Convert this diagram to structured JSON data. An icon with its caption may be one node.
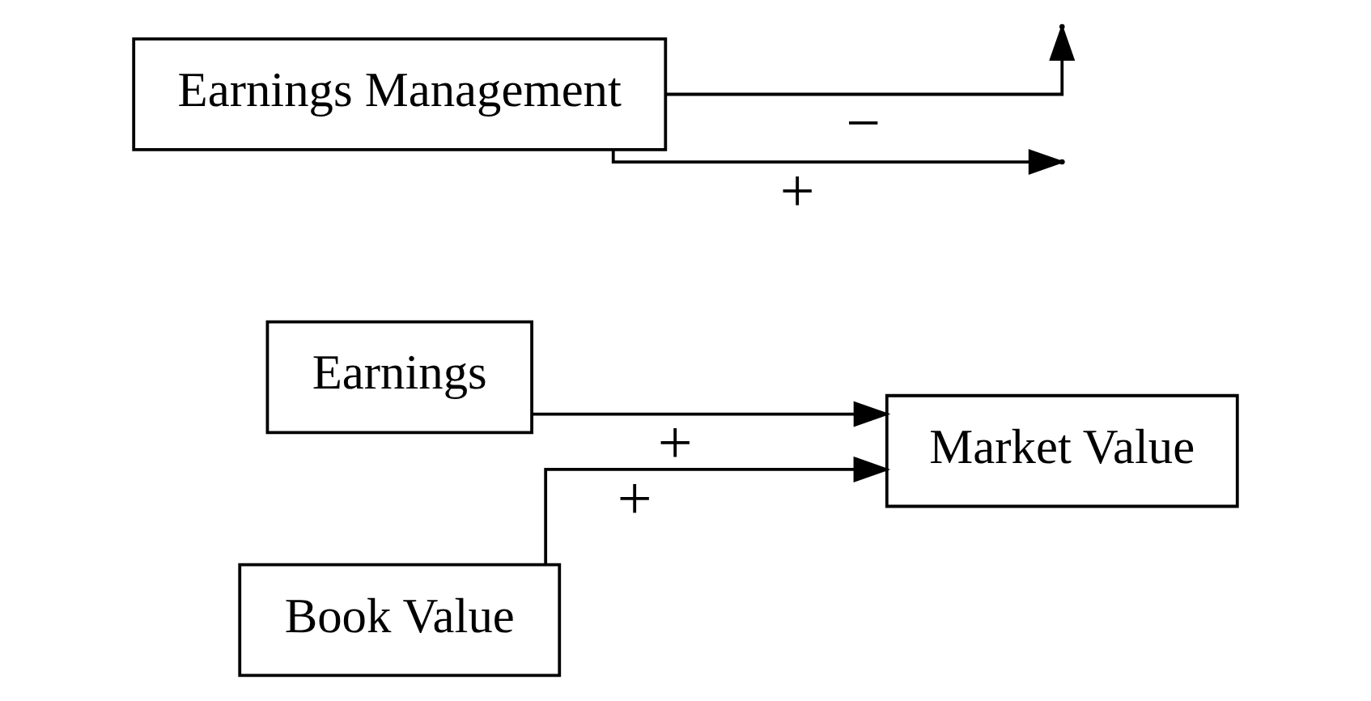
{
  "diagram": {
    "nodes": [
      {
        "text": [
          "Earnings"
        ]
      },
      {
        "text": [
          "Earnings Management"
        ]
      },
      {
        "text": [
          "Market Value"
        ]
      },
      {
        "text": [
          "Book Value"
        ]
      }
    ],
    "edges": [
      {
        "from": 0,
        "to": 2,
        "arrow": "to",
        "label": "+"
      },
      {
        "from": 1,
        "to": null,
        "arrow": "to",
        "label": "−"
      },
      {
        "from": 1,
        "to": null,
        "arrow": "to",
        "label": "+"
      },
      {
        "from": 3,
        "to": 2,
        "arrow": "to",
        "label": "+"
      }
    ]
  }
}
